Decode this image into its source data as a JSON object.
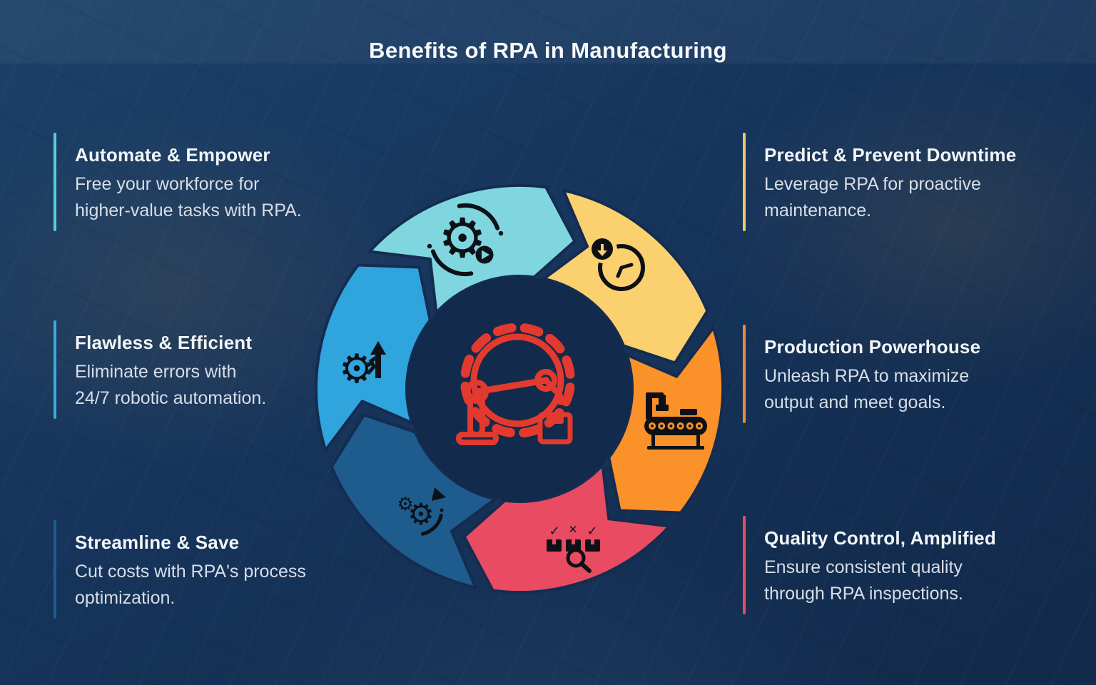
{
  "title": "Benefits of RPA in Manufacturing",
  "benefits": {
    "left": [
      {
        "heading": "Automate & Empower",
        "body": "Free your workforce for\nhigher-value tasks with RPA.",
        "accent": "#54CFDC"
      },
      {
        "heading": "Flawless & Efficient",
        "body": "Eliminate errors with\n24/7 robotic automation.",
        "accent": "#3FA9DC"
      },
      {
        "heading": "Streamline & Save",
        "body": "Cut costs with RPA's process\noptimization.",
        "accent": "#1E5C8D"
      }
    ],
    "right": [
      {
        "heading": "Predict & Prevent Downtime",
        "body": "Leverage RPA for proactive\nmaintenance.",
        "accent": "#EFC95F"
      },
      {
        "heading": "Production Powerhouse",
        "body": "Unleash RPA to maximize\noutput and meet goals.",
        "accent": "#EC8B33"
      },
      {
        "heading": "Quality Control, Amplified",
        "body": "Ensure consistent quality\nthrough RPA inspections.",
        "accent": "#E94B62"
      }
    ]
  },
  "cycle": {
    "segments": [
      {
        "name": "automation",
        "icon": "gear-refresh-icon",
        "color": "#7FD6DF"
      },
      {
        "name": "predictive-maintenance",
        "icon": "history-clock-icon",
        "color": "#FBD06F"
      },
      {
        "name": "production",
        "icon": "conveyor-line-icon",
        "color": "#FB9129"
      },
      {
        "name": "quality-inspection",
        "icon": "inspection-icon",
        "color": "#E94B62"
      },
      {
        "name": "process-optimization",
        "icon": "gears-cycle-icon",
        "color": "#1E5C8D"
      },
      {
        "name": "efficiency-growth",
        "icon": "gear-growth-icon",
        "color": "#30A4DD"
      }
    ],
    "center_icon": "robotic-arm-gear-icon",
    "icon_color": "#0D1117",
    "ring_stroke": "#152C50",
    "hub_color": "#122A4C"
  },
  "colors": {
    "background": "#16355C",
    "title": "#F7F9FB",
    "heading": "#F2F5F8",
    "body_text": "#D7DEE8"
  }
}
